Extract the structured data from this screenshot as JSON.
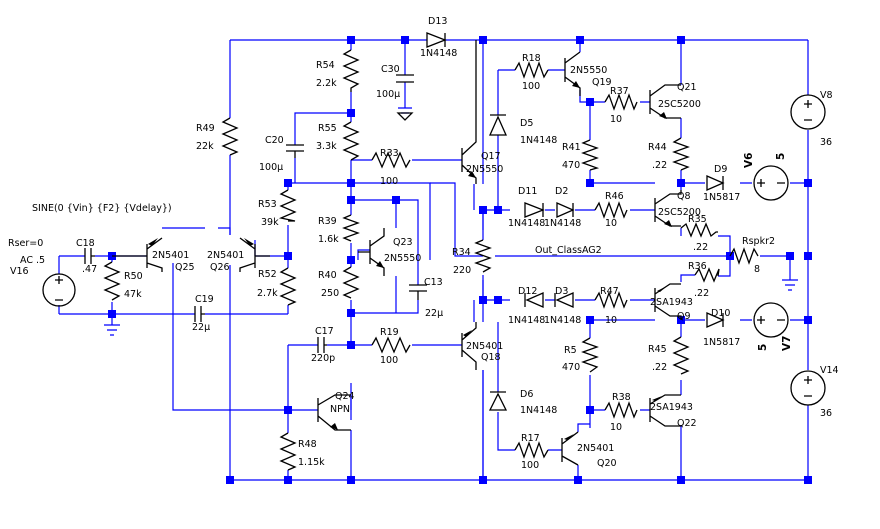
{
  "components": {
    "D13": {
      "ref": "D13",
      "value": "1N4148"
    },
    "R54": {
      "ref": "R54",
      "value": "2.2k"
    },
    "C30": {
      "ref": "C30",
      "value": "100µ"
    },
    "R18": {
      "ref": "R18",
      "value": "100"
    },
    "Q19": {
      "ref": "Q19",
      "value": "2N5550"
    },
    "Q21": {
      "ref": "Q21",
      "value": "2SC5200"
    },
    "R37": {
      "ref": "R37",
      "value": "10"
    },
    "V8": {
      "ref": "V8",
      "value": "36"
    },
    "R49": {
      "ref": "R49",
      "value": "22k"
    },
    "C20": {
      "ref": "C20",
      "value": "100µ"
    },
    "R55": {
      "ref": "R55",
      "value": "3.3k"
    },
    "D5": {
      "ref": "D5",
      "value": "1N4148"
    },
    "R41": {
      "ref": "R41",
      "value": "470"
    },
    "R44": {
      "ref": "R44",
      "value": ".22"
    },
    "R33": {
      "ref": "R33",
      "value": "100"
    },
    "Q17": {
      "ref": "Q17",
      "value": "2N5550"
    },
    "D9": {
      "ref": "D9",
      "value": "1N5817"
    },
    "V6": {
      "ref": "V6",
      "value": "5"
    },
    "SRC": {
      "ref": "",
      "value": "SINE(0 {Vin} {F2} {Vdelay})"
    },
    "D11": {
      "ref": "D11",
      "value": "1N4148"
    },
    "D2": {
      "ref": "D2",
      "value": "1N4148"
    },
    "R46": {
      "ref": "R46",
      "value": "10"
    },
    "Q8": {
      "ref": "Q8",
      "value": "2SC5200"
    },
    "R53": {
      "ref": "R53",
      "value": "39k"
    },
    "R39": {
      "ref": "R39",
      "value": "1.6k"
    },
    "Q23": {
      "ref": "Q23",
      "value": "2N5550"
    },
    "R35": {
      "ref": "R35",
      "value": ".22"
    },
    "Rspkr2": {
      "ref": "Rspkr2",
      "value": "8"
    },
    "C18": {
      "ref": "C18",
      "value": ".47"
    },
    "Q25": {
      "ref": "Q25",
      "value": "2N5401"
    },
    "Q26": {
      "ref": "Q26",
      "value": "2N5401"
    },
    "R34": {
      "ref": "R34",
      "value": "220"
    },
    "V16": {
      "ref": "V16",
      "rser": "Rser=0",
      "ac": "AC .5"
    },
    "R50": {
      "ref": "R50",
      "value": "47k"
    },
    "R52": {
      "ref": "R52",
      "value": "2.7k"
    },
    "R40": {
      "ref": "R40",
      "value": "250"
    },
    "C13": {
      "ref": "C13",
      "value": "22µ"
    },
    "R36": {
      "ref": "R36",
      "value": ".22"
    },
    "C19": {
      "ref": "C19",
      "value": "22µ"
    },
    "D12": {
      "ref": "D12",
      "value": "1N4148"
    },
    "D3": {
      "ref": "D3",
      "value": "1N4148"
    },
    "R47": {
      "ref": "R47",
      "value": "10"
    },
    "Q9": {
      "ref": "Q9",
      "value": "2SA1943"
    },
    "D10": {
      "ref": "D10",
      "value": "1N5817"
    },
    "V7": {
      "ref": "V7",
      "value": "5"
    },
    "C17": {
      "ref": "C17",
      "value": "220p"
    },
    "R19": {
      "ref": "R19",
      "value": "100"
    },
    "Q18": {
      "ref": "Q18",
      "value": "2N5401"
    },
    "R5": {
      "ref": "R5",
      "value": "470"
    },
    "R45": {
      "ref": "R45",
      "value": ".22"
    },
    "V14": {
      "ref": "V14",
      "value": "36"
    },
    "Q24": {
      "ref": "Q24",
      "value": "NPN"
    },
    "D6": {
      "ref": "D6",
      "value": "1N4148"
    },
    "R38": {
      "ref": "R38",
      "value": "10"
    },
    "Q22": {
      "ref": "Q22",
      "value": "2SA1943"
    },
    "R48": {
      "ref": "R48",
      "value": "1.15k"
    },
    "R17": {
      "ref": "R17",
      "value": "100"
    },
    "Q20": {
      "ref": "Q20",
      "value": "2N5401"
    }
  },
  "net_labels": {
    "out": "Out_ClassAG2"
  }
}
